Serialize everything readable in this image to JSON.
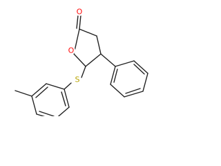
{
  "molecule": {
    "atoms": [
      {
        "id": "carbonyl_O",
        "symbol": "O",
        "color": "#ff0d0d"
      },
      {
        "id": "ring_O",
        "symbol": "O",
        "color": "#ff0d0d"
      },
      {
        "id": "sulfur",
        "symbol": "S",
        "color": "#b8a400"
      }
    ]
  }
}
